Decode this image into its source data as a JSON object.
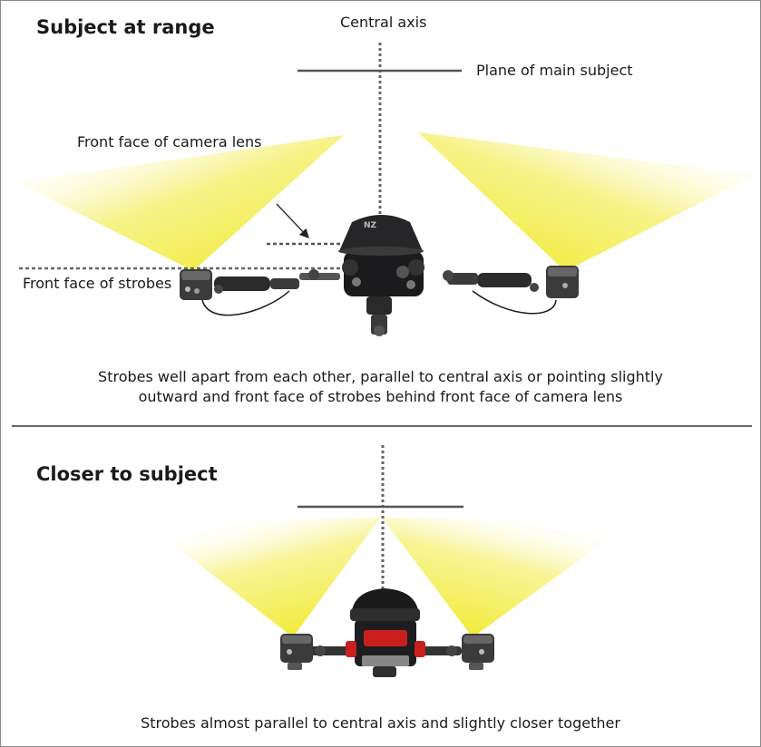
{
  "top": {
    "heading": "Subject at range",
    "central_axis_label": "Central axis",
    "plane_label": "Plane of main subject",
    "lens_label": "Front face of camera lens",
    "strobes_label": "Front face of strobes",
    "caption_line1": "Strobes well apart from each other, parallel to central axis or pointing slightly",
    "caption_line2": "outward and front face of strobes behind front face of camera lens",
    "housing_logo": "NZ"
  },
  "bottom": {
    "heading": "Closer to subject",
    "caption": "Strobes almost parallel to central axis and slightly closer together"
  },
  "colors": {
    "beam": "#f1ea2a",
    "line": "#555555",
    "housing": "#1b1b1d",
    "arm": "#2a2a2a",
    "accent_red": "#c81e1e"
  }
}
